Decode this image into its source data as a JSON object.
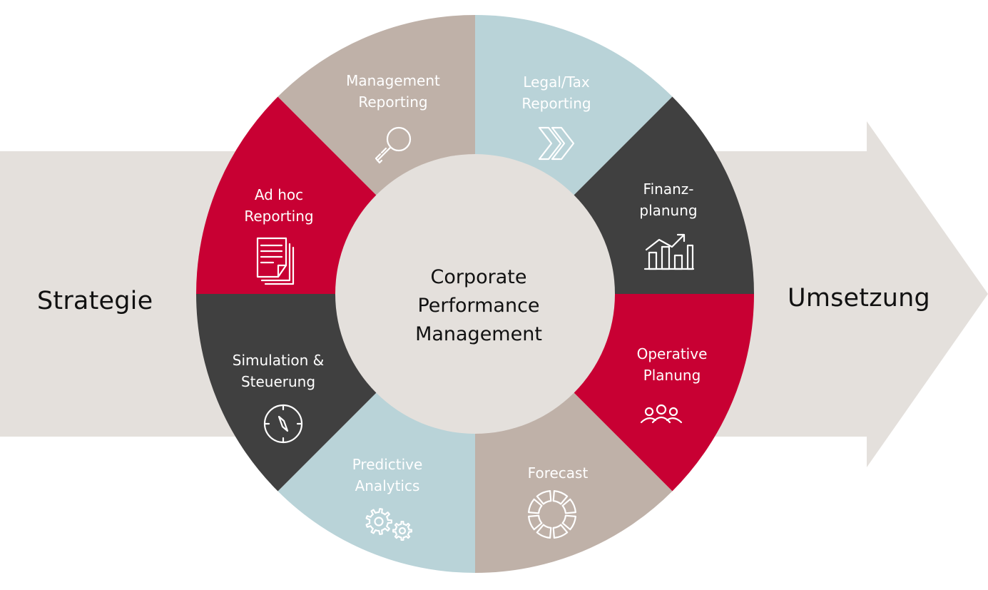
{
  "left_label": "Strategie",
  "right_label": "Umsetzung",
  "center": {
    "line1": "Corporate",
    "line2": "Performance",
    "line3": "Management"
  },
  "segments": [
    {
      "id": "management-reporting",
      "line1": "Management",
      "line2": "Reporting",
      "color": "#b9d3d8",
      "icon": "magnifier-icon"
    },
    {
      "id": "legal-tax-reporting",
      "line1": "Legal/Tax",
      "line2": "Reporting",
      "color": "#404040",
      "icon": "chevrons-right-icon"
    },
    {
      "id": "finanzplanung",
      "line1": "Finanz-",
      "line2": "planung",
      "color": "#c80033",
      "icon": "bar-chart-up-icon"
    },
    {
      "id": "operative-planung",
      "line1": "Operative",
      "line2": "Planung",
      "color": "#bfb1a8",
      "icon": "people-group-icon"
    },
    {
      "id": "forecast",
      "line1": "Forecast",
      "line2": "",
      "color": "#b9d3d8",
      "icon": "circular-segments-icon"
    },
    {
      "id": "predictive-analytics",
      "line1": "Predictive",
      "line2": "Analytics",
      "color": "#404040",
      "icon": "gears-icon"
    },
    {
      "id": "simulation-steuerung",
      "line1": "Simulation &",
      "line2": "Steuerung",
      "color": "#c80033",
      "icon": "compass-icon"
    },
    {
      "id": "adhoc-reporting",
      "line1": "Ad hoc",
      "line2": "Reporting",
      "color": "#bfb1a8",
      "icon": "documents-icon"
    }
  ],
  "colors": {
    "arrow": "#e4e0dc",
    "center": "#e4e0dc",
    "icon": "#ffffff"
  }
}
